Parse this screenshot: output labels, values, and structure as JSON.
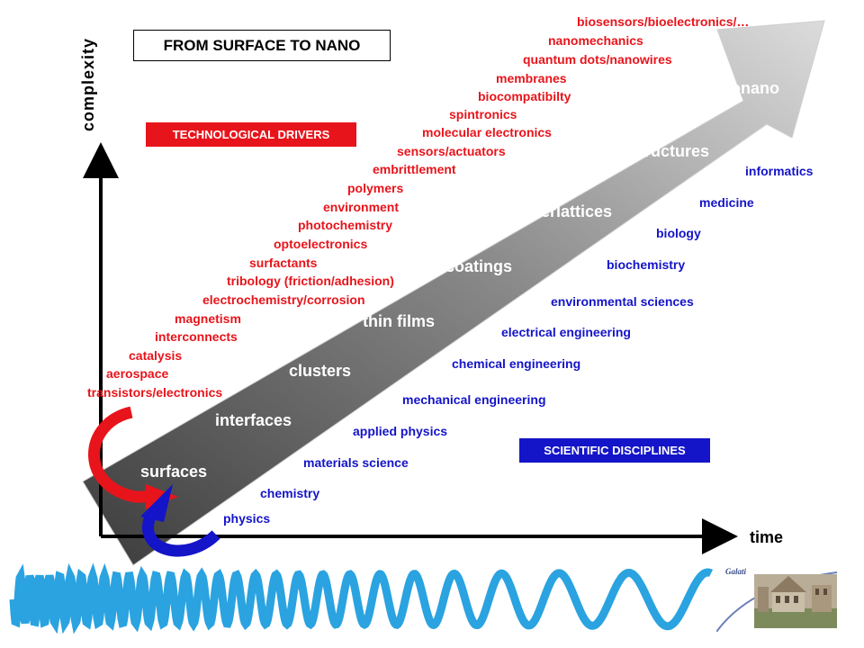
{
  "title": "FROM SURFACE TO NANO",
  "axes": {
    "y_label": "complexity",
    "x_label": "time"
  },
  "badges": {
    "drivers": {
      "label": "TECHNOLOGICAL DRIVERS",
      "color": "#e8141b"
    },
    "disciplines": {
      "label": "SCIENTIFIC DISCIPLINES",
      "color": "#1414c8"
    }
  },
  "colors": {
    "drivers_text": "#e8141b",
    "disciplines_text": "#1414c8",
    "arrow_dark": "#3c3c3c",
    "arrow_light": "#dcdcdc"
  },
  "stages": [
    "surfaces",
    "interfaces",
    "clusters",
    "thin films",
    "coatings",
    "superlattices",
    "nanostructures",
    "bionano"
  ],
  "technological_drivers": [
    "biosensors/bioelectronics/…",
    "nanomechanics",
    "quantum dots/nanowires",
    "membranes",
    "biocompatibilty",
    "spintronics",
    "molecular electronics",
    "sensors/actuators",
    "embrittlement",
    "polymers",
    "environment",
    "photochemistry",
    "optoelectronics",
    "surfactants",
    "tribology (friction/adhesion)",
    "electrochemistry/corrosion",
    "magnetism",
    "interconnects",
    "catalysis",
    "aerospace",
    "transistors/electronics"
  ],
  "scientific_disciplines": [
    "informatics",
    "medicine",
    "biology",
    "biochemistry",
    "environmental sciences",
    "electrical engineering",
    "chemical engineering",
    "mechanical engineering",
    "applied physics",
    "materials science",
    "chemistry",
    "physics"
  ],
  "logo": {
    "icon": "building-photo-logo",
    "text": "Galati"
  }
}
